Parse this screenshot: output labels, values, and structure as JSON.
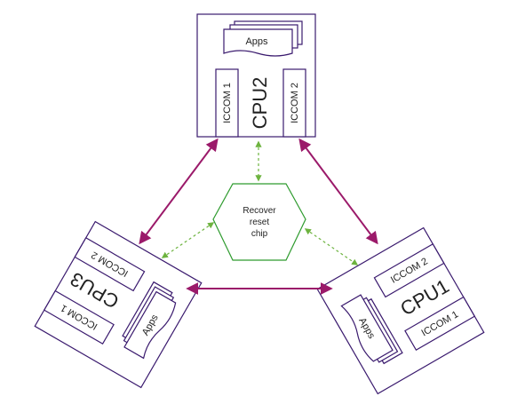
{
  "cpus": {
    "cpu2": {
      "label": "CPU2",
      "iccom_a": "ICCOM 1",
      "iccom_b": "ICCOM 2",
      "apps": "Apps"
    },
    "cpu1": {
      "label": "CPU1",
      "iccom_a": "ICCOM 1",
      "iccom_b": "ICCOM 2",
      "apps": "Apps"
    },
    "cpu3": {
      "label": "CPU3",
      "iccom_a": "ICCOM 1",
      "iccom_b": "ICCOM 2",
      "apps": "Apps"
    }
  },
  "center": {
    "line1": "Recover",
    "line2": "reset",
    "line3": "chip"
  },
  "colors": {
    "frame": "#3a1a6e",
    "main_link": "#9b1a6a",
    "recover_link": "#6db33f",
    "hexagon": "#2e9b2e"
  }
}
